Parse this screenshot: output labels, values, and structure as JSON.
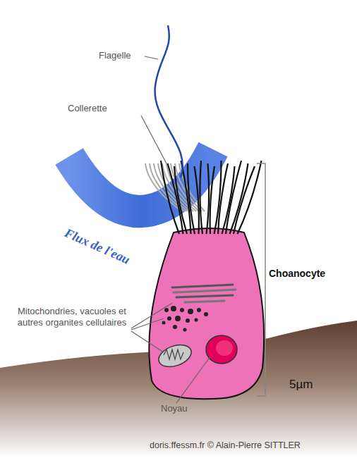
{
  "diagram": {
    "labels": [
      "Flagelle",
      "Collerette",
      "Flux de l'eau",
      "Choanocyte",
      "Mitochondries, vacuoles et autres organites cellulaires",
      "5µm",
      "Noyau",
      "doris.ffessm.fr © Alain-Pierre SITTLER"
    ]
  }
}
